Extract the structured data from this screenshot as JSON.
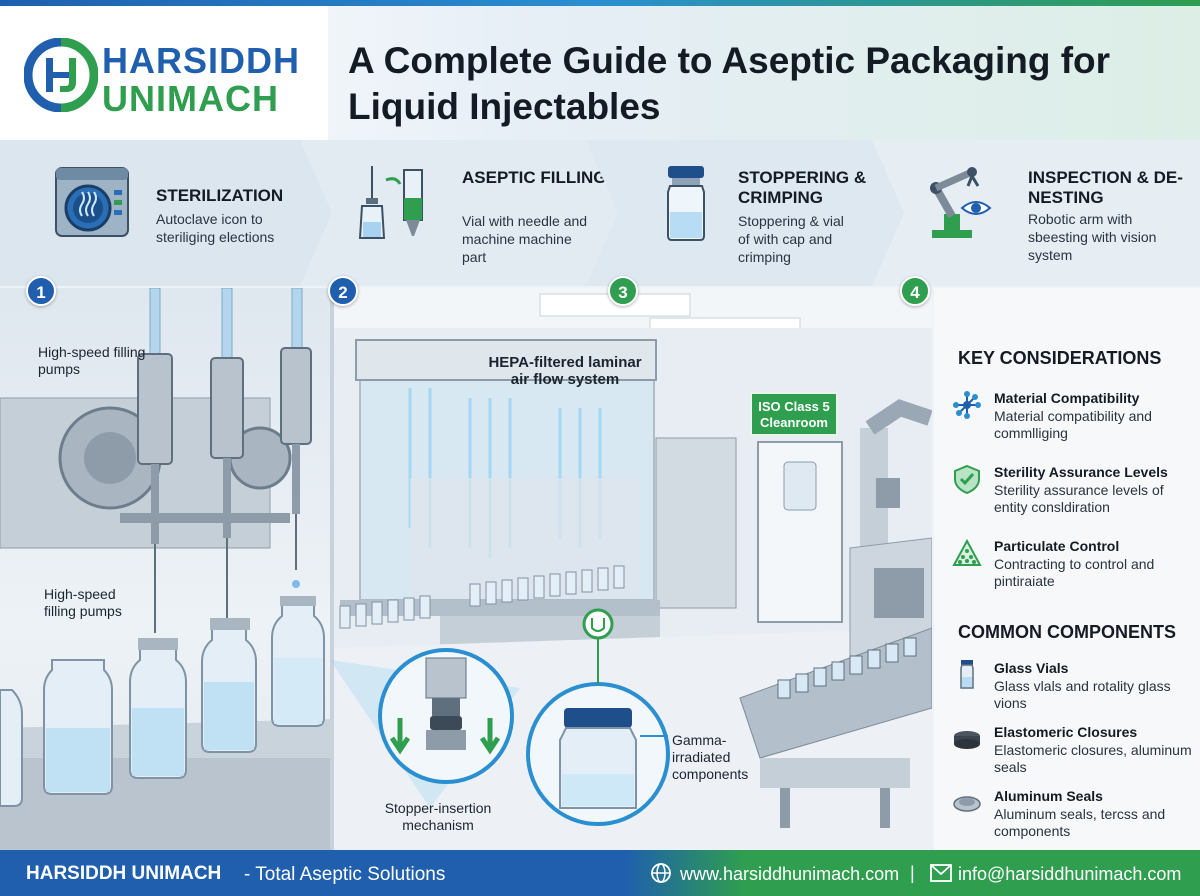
{
  "brand": {
    "line1": "HARSIDDH",
    "line2": "UNIMACH",
    "colors": {
      "blue": "#1f5fae",
      "green": "#2f9e4f"
    }
  },
  "title": "A Complete Guide to Aseptic Packaging for Liquid Injectables",
  "steps": [
    {
      "number": "1",
      "title": "STERILIZATION",
      "desc": "Autoclave icon to steriliging elections",
      "icon": "autoclave-icon"
    },
    {
      "number": "2",
      "title": "ASEPTIC FILLING",
      "desc": "Vial with needle and machine machine part",
      "icon": "vial-needle-icon"
    },
    {
      "number": "3",
      "title": "STOPPERING & CRIMPING",
      "desc": "Stoppering & vial of with cap and crimping",
      "icon": "capped-vial-icon"
    },
    {
      "number": "4",
      "title": "INSPECTION & DE-NESTING",
      "desc": "Robotic arm with sbeesting with vision system",
      "icon": "robot-arm-icon"
    }
  ],
  "scene": {
    "label_pumps_top": "High-speed filling pumps",
    "label_pumps_mid": "High-speed filling pumps",
    "label_hepa": "HEPA-filtered laminar air flow system",
    "label_cleanroom": "ISO Class 5 Cleanroom",
    "label_stopper": "Stopper-insertion mechanism",
    "label_gamma": "Gamma-irradiated components"
  },
  "sidebar": {
    "key_heading": "KEY CONSIDERATIONS",
    "key_items": [
      {
        "title": "Material Compatibility",
        "desc": "Material compatibility and commlliging",
        "icon": "molecule-icon"
      },
      {
        "title": "Sterility Assurance Levels",
        "desc": "Sterility assurance levels of entity consldiration",
        "icon": "shield-check-icon"
      },
      {
        "title": "Particulate Control",
        "desc": "Contracting to control and pintiraiate",
        "icon": "particle-triangle-icon"
      }
    ],
    "comp_heading": "COMMON COMPONENTS",
    "comp_items": [
      {
        "title": "Glass Vials",
        "desc": "Glass vlals and rotality glass vions",
        "icon": "glass-vial-icon"
      },
      {
        "title": "Elastomeric Closures",
        "desc": "Elastomeric closures, aluminum seals",
        "icon": "rubber-stopper-icon"
      },
      {
        "title": "Aluminum Seals",
        "desc": "Aluminum seals, tercss and components",
        "icon": "aluminum-seal-icon"
      }
    ]
  },
  "footer": {
    "brand": "HARSIDDH UNIMACH",
    "tagline": "- Total Aseptic Solutions",
    "website": "www.harsiddhunimach.com",
    "separator": "|",
    "email": "info@harsiddhunimach.com"
  }
}
